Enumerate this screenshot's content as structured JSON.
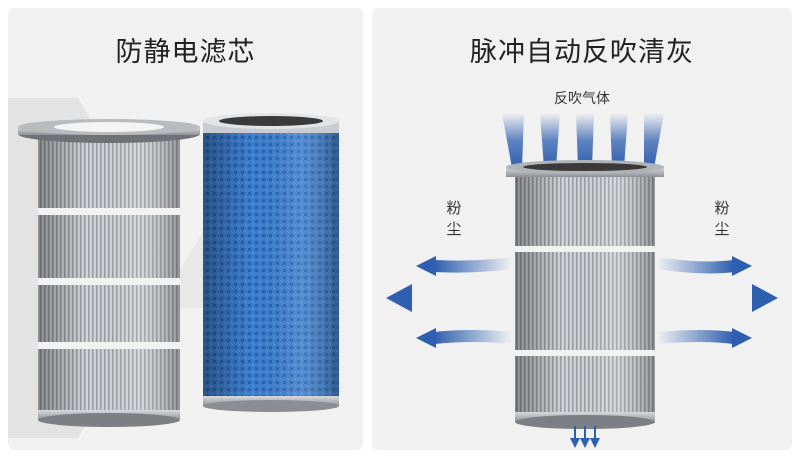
{
  "left_panel": {
    "title": "防静电滤芯",
    "images": [
      {
        "name": "gray-pleated-filter-cartridge",
        "color": "#c9cbce"
      },
      {
        "name": "blue-antistatic-filter-cartridge",
        "color": "#3d7fcf"
      }
    ]
  },
  "right_panel": {
    "title": "脉冲自动反吹清灰",
    "blowback_label": "反吹气体",
    "dust_left_label": "粉尘",
    "dust_right_label": "粉尘",
    "arrow_color": "#2f5fb0"
  }
}
